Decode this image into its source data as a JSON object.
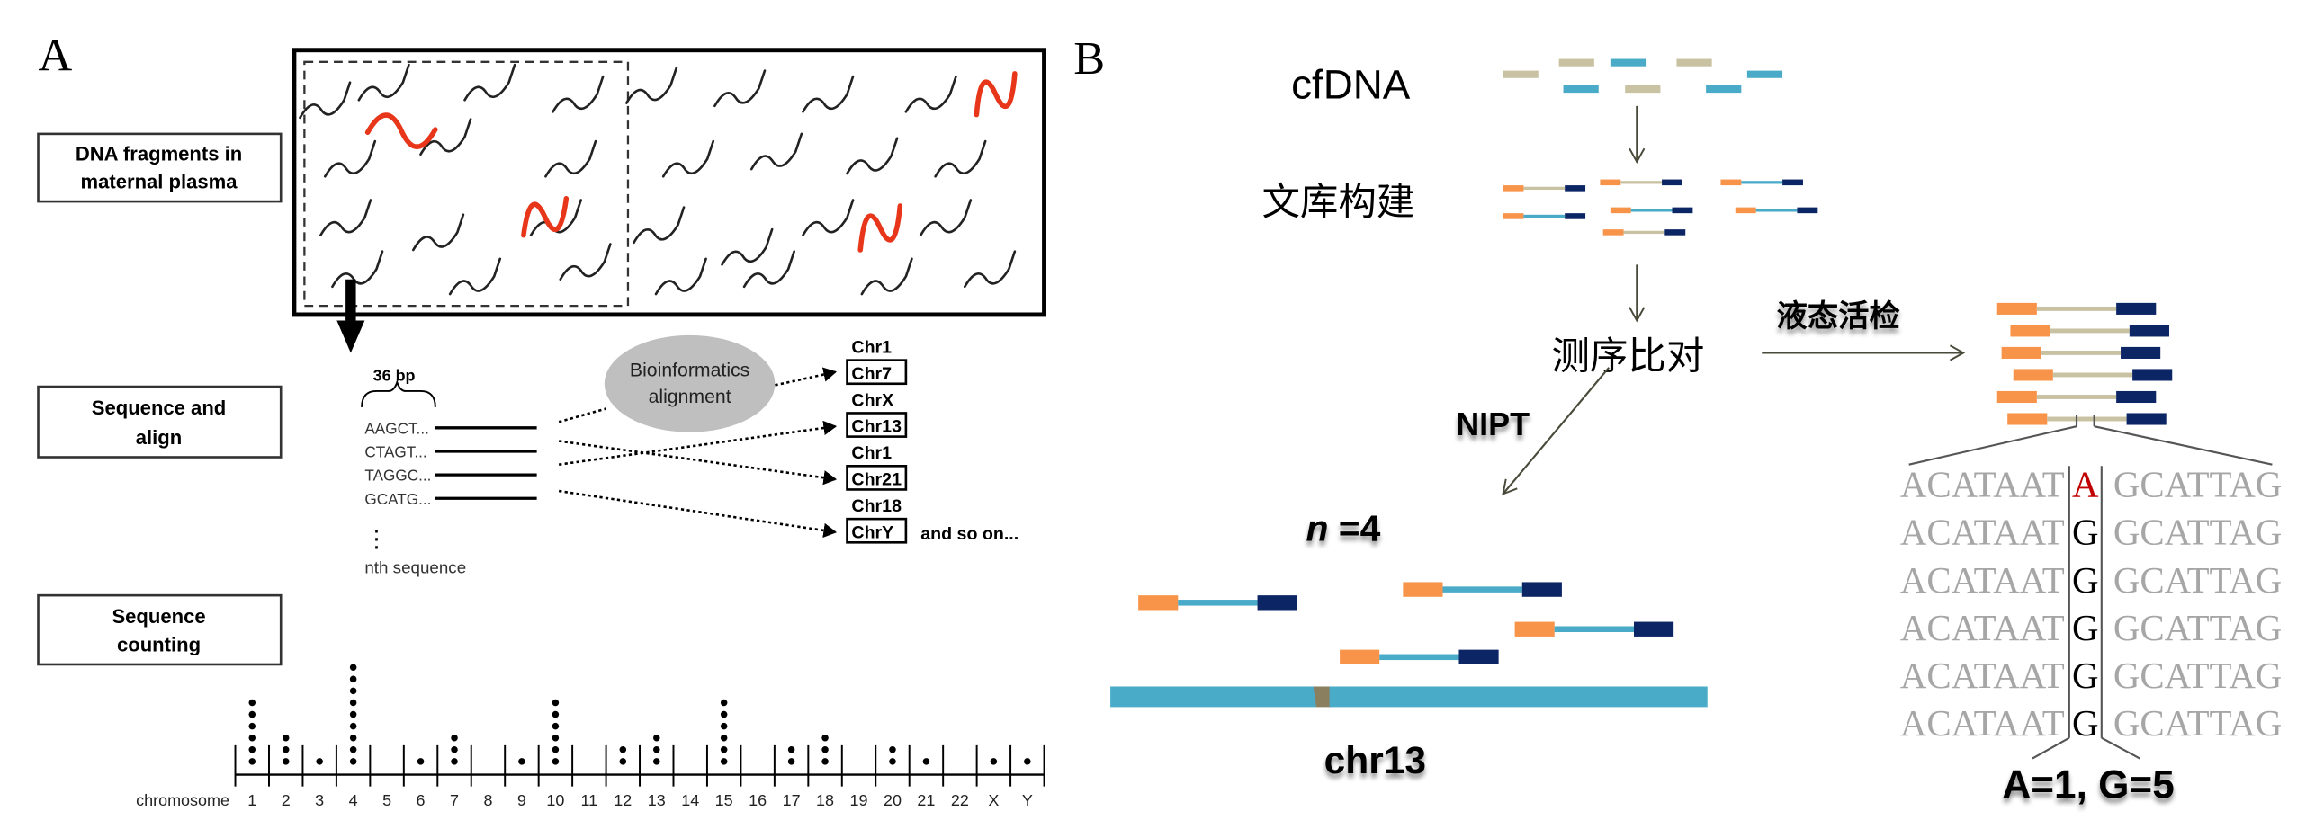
{
  "panel_a": {
    "label": "A",
    "step_labels": [
      {
        "line1": "DNA fragments in",
        "line2": "maternal plasma"
      },
      {
        "line1": "Sequence and",
        "line2": "align"
      },
      {
        "line1": "Sequence",
        "line2": "counting"
      }
    ],
    "fragment_colors": {
      "normal": "#222222",
      "highlight": "#e8361a"
    },
    "read_length_label": "36 bp",
    "reads": [
      "AAGCT...",
      "CTAGT...",
      "TAGGC...",
      "GCATG..."
    ],
    "ellipsis": "⋮",
    "nth_label": "nth sequence",
    "alignment_bubble": {
      "line1": "Bioinformatics",
      "line2": "alignment"
    },
    "targets": [
      {
        "above": "Chr1",
        "boxed": "Chr7"
      },
      {
        "above": "ChrX",
        "boxed": "Chr13"
      },
      {
        "above": "Chr1",
        "boxed": "Chr21"
      },
      {
        "above": "Chr18",
        "boxed": "ChrY"
      }
    ],
    "and_so_on": "and so on..."
  },
  "chart_data": {
    "type": "scatter",
    "title": "Sequence counting",
    "xlabel": "chromosome",
    "ylabel": "",
    "categories": [
      "1",
      "2",
      "3",
      "4",
      "5",
      "6",
      "7",
      "8",
      "9",
      "10",
      "11",
      "12",
      "13",
      "14",
      "15",
      "16",
      "17",
      "18",
      "19",
      "20",
      "21",
      "22",
      "X",
      "Y"
    ],
    "values": [
      6,
      3,
      1,
      9,
      0,
      1,
      3,
      0,
      1,
      6,
      0,
      2,
      3,
      0,
      6,
      0,
      2,
      3,
      0,
      2,
      1,
      0,
      1,
      1
    ],
    "grid": false,
    "legend": "none"
  },
  "panel_b": {
    "label": "B",
    "cfdna_label": "cfDNA",
    "library_label": "文库构建",
    "sequencing_label": "测序比对",
    "liquid_biopsy_label": "液态活检",
    "nipt_label": "NIPT",
    "n_label_var": "n",
    "n_label_val": " =4",
    "chromosome_label": "chr13",
    "colors": {
      "beige": "#c9c2a2",
      "blue": "#4aabc9",
      "orange": "#f7944a",
      "navy": "#0b2565",
      "arrow": "#4a4a3a"
    },
    "alignment": {
      "left_seq": "ACATAAT",
      "right_seq": "GCATTAG",
      "variant_bases": [
        "A",
        "G",
        "G",
        "G",
        "G",
        "G"
      ],
      "variant_colors": [
        "#c00000",
        "#000000",
        "#000000",
        "#000000",
        "#000000",
        "#000000"
      ],
      "result": "A=1, G=5"
    }
  }
}
